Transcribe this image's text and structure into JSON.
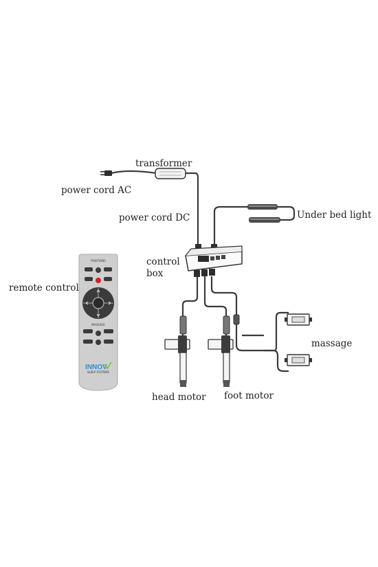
{
  "labels": {
    "transformer": "transformer",
    "power_cord_ac": "power cord AC",
    "power_cord_dc": "power cord DC",
    "under_bed_light": "Under bed light",
    "control_box_line1": "control",
    "control_box_line2": "box",
    "remote_control": "remote control",
    "massage": "massage",
    "head_motor": "head motor",
    "foot_motor": "foot motor"
  },
  "remote": {
    "positions_heading": "POSITIONS",
    "massage_heading": "MASSAGE",
    "brand_line1": "INNOV",
    "brand_line2": "SLEEP SYSTEMS"
  },
  "colors": {
    "cable": "#3a3a3a",
    "remote_body": "#cfcfcf",
    "remote_button": "#3b3b3b",
    "power_button": "#d11f1f",
    "brand_blue": "#2f8fd1",
    "brand_green": "#7cc242"
  }
}
